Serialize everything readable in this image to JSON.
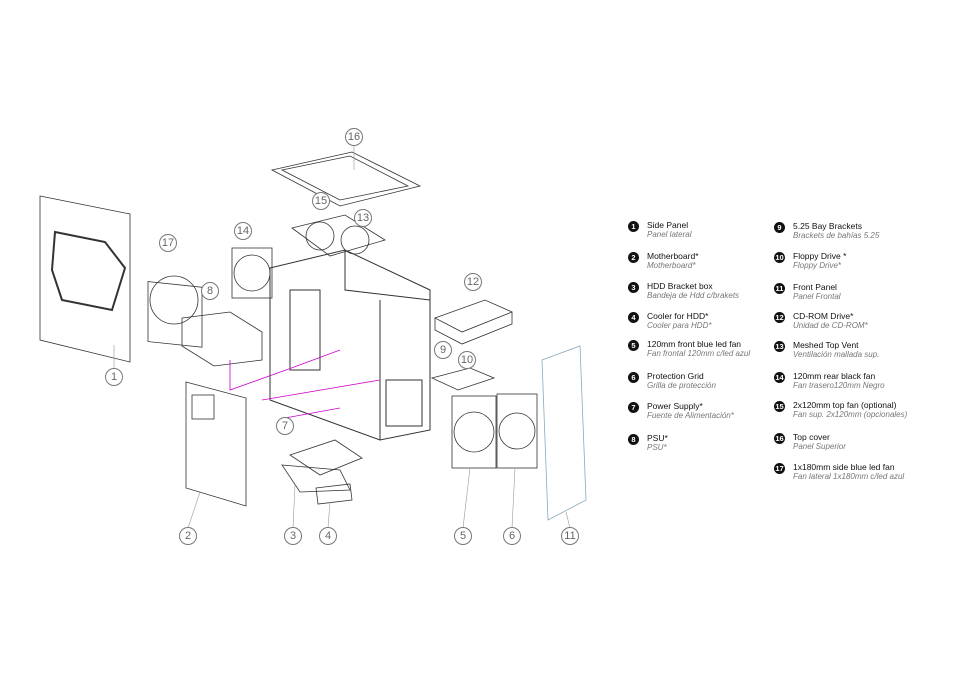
{
  "callouts": [
    "1",
    "2",
    "3",
    "4",
    "5",
    "6",
    "7",
    "8",
    "9",
    "10",
    "11",
    "12",
    "13",
    "14",
    "15",
    "16",
    "17"
  ],
  "legend": [
    {
      "num": "1",
      "en": "Side Panel",
      "es": "Panel lateral"
    },
    {
      "num": "2",
      "en": "Motherboard*",
      "es": "Motherboard*"
    },
    {
      "num": "3",
      "en": "HDD Bracket box",
      "es": "Bandeja de Hdd c/brakets"
    },
    {
      "num": "4",
      "en": "Cooler for HDD*",
      "es": "Cooler para HDD*"
    },
    {
      "num": "5",
      "en": "120mm front blue led fan",
      "es": "Fan frontal 120mm c/led azul"
    },
    {
      "num": "6",
      "en": "Protection Grid",
      "es": "Grilla de protección"
    },
    {
      "num": "7",
      "en": "Power Supply*",
      "es": "Fuente de Alimentación*"
    },
    {
      "num": "8",
      "en": "PSU*",
      "es": "PSU*"
    },
    {
      "num": "9",
      "en": "5.25 Bay Brackets",
      "es": "Brackets de bahías 5.25"
    },
    {
      "num": "10",
      "en": "Floppy Drive *",
      "es": "Floppy Drive*"
    },
    {
      "num": "11",
      "en": "Front Panel",
      "es": "Panel Frontal"
    },
    {
      "num": "12",
      "en": "CD-ROM Drive*",
      "es": "Unidad de CD-ROM*"
    },
    {
      "num": "13",
      "en": "Meshed Top Vent",
      "es": "Ventilación mallada sup."
    },
    {
      "num": "14",
      "en": "120mm rear black fan",
      "es": "Fan trasero120mm Negro"
    },
    {
      "num": "15",
      "en": "2x120mm top  fan (optional)",
      "es": "Fan sup. 2x120mm  (opcionales)"
    },
    {
      "num": "16",
      "en": "Top cover",
      "es": "Panel Superior"
    },
    {
      "num": "17",
      "en": "1x180mm side blue led fan",
      "es": "Fan lateral 1x180mm c/led azul"
    }
  ]
}
